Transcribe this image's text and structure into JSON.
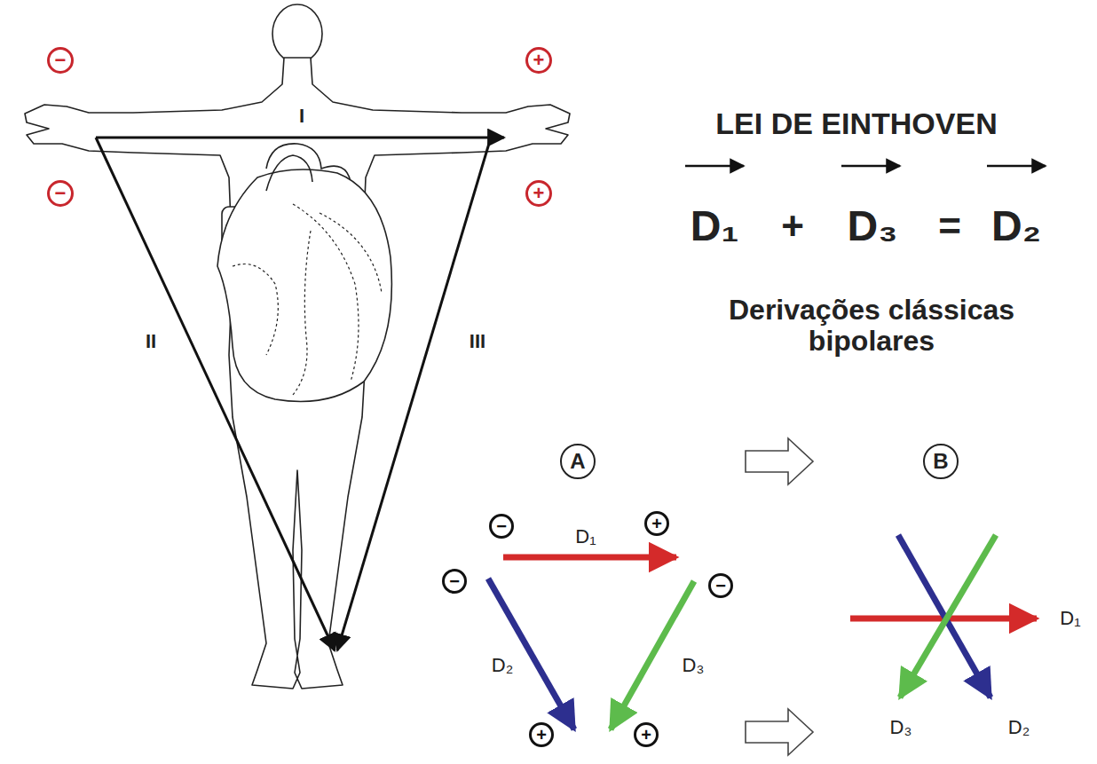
{
  "diagram": {
    "title": "LEI DE EINTHOVEN",
    "nodes": [
      {
        "text": [
          "−"
        ]
      },
      {
        "text": [
          "+"
        ]
      },
      {
        "text": [
          "−"
        ]
      },
      {
        "text": [
          "+"
        ]
      },
      {
        "text": [
          "A"
        ]
      },
      {
        "text": [
          "B"
        ]
      },
      {
        "text": [
          "−"
        ]
      },
      {
        "text": [
          "+"
        ]
      },
      {
        "text": [
          "−"
        ]
      },
      {
        "text": [
          "−"
        ]
      },
      {
        "text": [
          "+"
        ]
      },
      {
        "text": [
          "+"
        ]
      }
    ],
    "labels": [
      "I",
      "II",
      "III",
      "D₁",
      "+",
      "D₃",
      "=",
      "D₂",
      "Derivações clássicas bipolares",
      "D₁",
      "D₂",
      "D₃",
      "D₁",
      "D₃",
      "D₂"
    ]
  }
}
